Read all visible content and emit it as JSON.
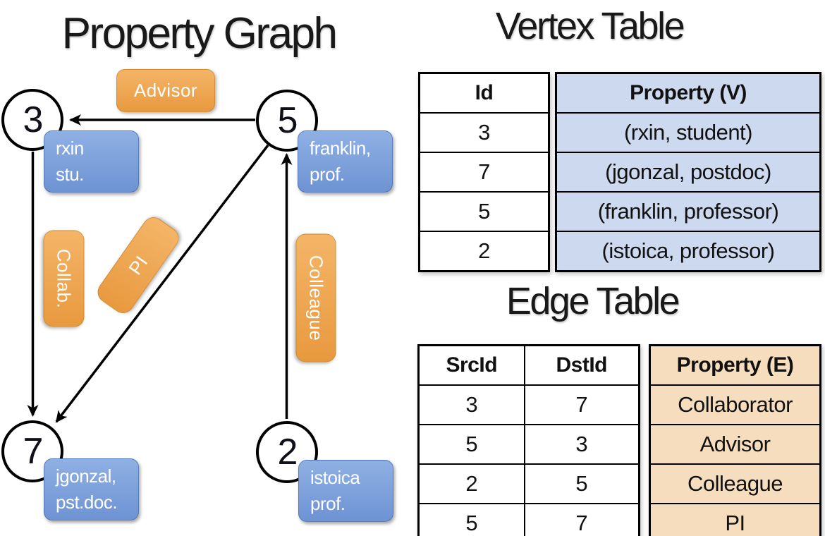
{
  "graph": {
    "title": "Property Graph",
    "nodes": [
      {
        "id": "3",
        "property": [
          "rxin",
          "stu."
        ]
      },
      {
        "id": "5",
        "property": [
          "franklin,",
          "prof."
        ]
      },
      {
        "id": "7",
        "property": [
          "jgonzal,",
          "pst.doc."
        ]
      },
      {
        "id": "2",
        "property": [
          "istoica",
          "prof."
        ]
      }
    ],
    "edges": [
      {
        "label": "Advisor",
        "src": "5",
        "dst": "3"
      },
      {
        "label": "Collab.",
        "src": "3",
        "dst": "7"
      },
      {
        "label": "PI",
        "src": "5",
        "dst": "7"
      },
      {
        "label": "Colleague",
        "src": "2",
        "dst": "5"
      }
    ]
  },
  "vertex_table": {
    "title": "Vertex Table",
    "columns": [
      "Id",
      "Property (V)"
    ],
    "rows": [
      [
        "3",
        "(rxin, student)"
      ],
      [
        "7",
        "(jgonzal, postdoc)"
      ],
      [
        "5",
        "(franklin, professor)"
      ],
      [
        "2",
        "(istoica, professor)"
      ]
    ]
  },
  "edge_table": {
    "title": "Edge Table",
    "columns": [
      "SrcId",
      "DstId",
      "Property (E)"
    ],
    "rows": [
      [
        "3",
        "7",
        "Collaborator"
      ],
      [
        "5",
        "3",
        "Advisor"
      ],
      [
        "2",
        "5",
        "Colleague"
      ],
      [
        "5",
        "7",
        "PI"
      ]
    ]
  },
  "colors": {
    "node_fill": "#ffffff",
    "node_border": "#000000",
    "edge_line": "#000000",
    "blue_box_top": "#8fb0e4",
    "blue_box_bottom": "#6e93d3",
    "orange_box_top": "#f4b568",
    "orange_box_bottom": "#e8993e",
    "vertex_property_fill": "#cdd9ef",
    "edge_property_fill": "#f6ddbe"
  }
}
